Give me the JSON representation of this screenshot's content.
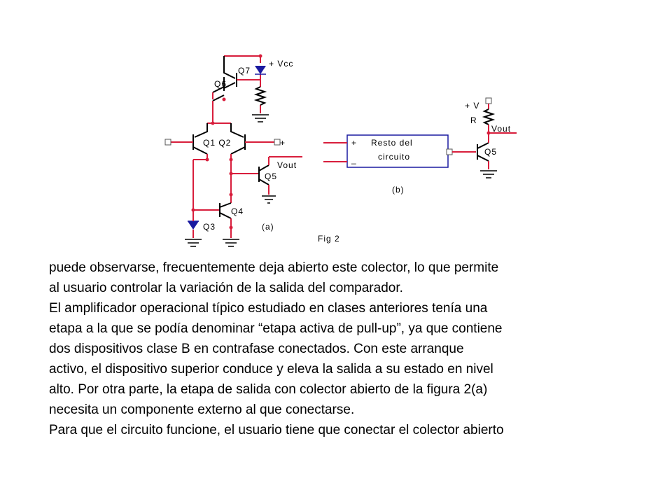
{
  "figure": {
    "a": {
      "vcc": "+ Vcc",
      "q7": "Q7",
      "q6": "Q6",
      "q1q2": "Q1 Q2",
      "plus": "+",
      "vout": "Vout",
      "q5": "Q5",
      "q4": "Q4",
      "q3": "Q3",
      "caption": "(a)"
    },
    "b": {
      "plus_v": "+ V",
      "r": "R",
      "vout": "Vout",
      "q5": "Q5",
      "box_plus": "+",
      "box_minus": "_",
      "box_line1": "Resto del",
      "box_line2": "circuito",
      "caption": "(b)"
    },
    "fig_label": "Fig 2"
  },
  "text": {
    "lines": [
      "puede observarse, frecuentemente deja abierto este colector, lo que permite",
      "al usuario controlar la variación de la salida del comparador.",
      "El amplificador operacional típico estudiado en clases anteriores tenía una",
      "etapa a la que se podía denominar “etapa activa de pull-up”, ya que contiene",
      "dos dispositivos clase B en contrafase conectados. Con este arranque",
      "activo, el dispositivo superior conduce y eleva la salida a su estado en nivel",
      "alto. Por otra parte, la etapa de salida con colector abierto de la figura 2(a)",
      "necesita un componente externo al que conectarse.",
      "Para que el circuito funcione, el usuario tiene que conectar el colector abierto"
    ]
  }
}
